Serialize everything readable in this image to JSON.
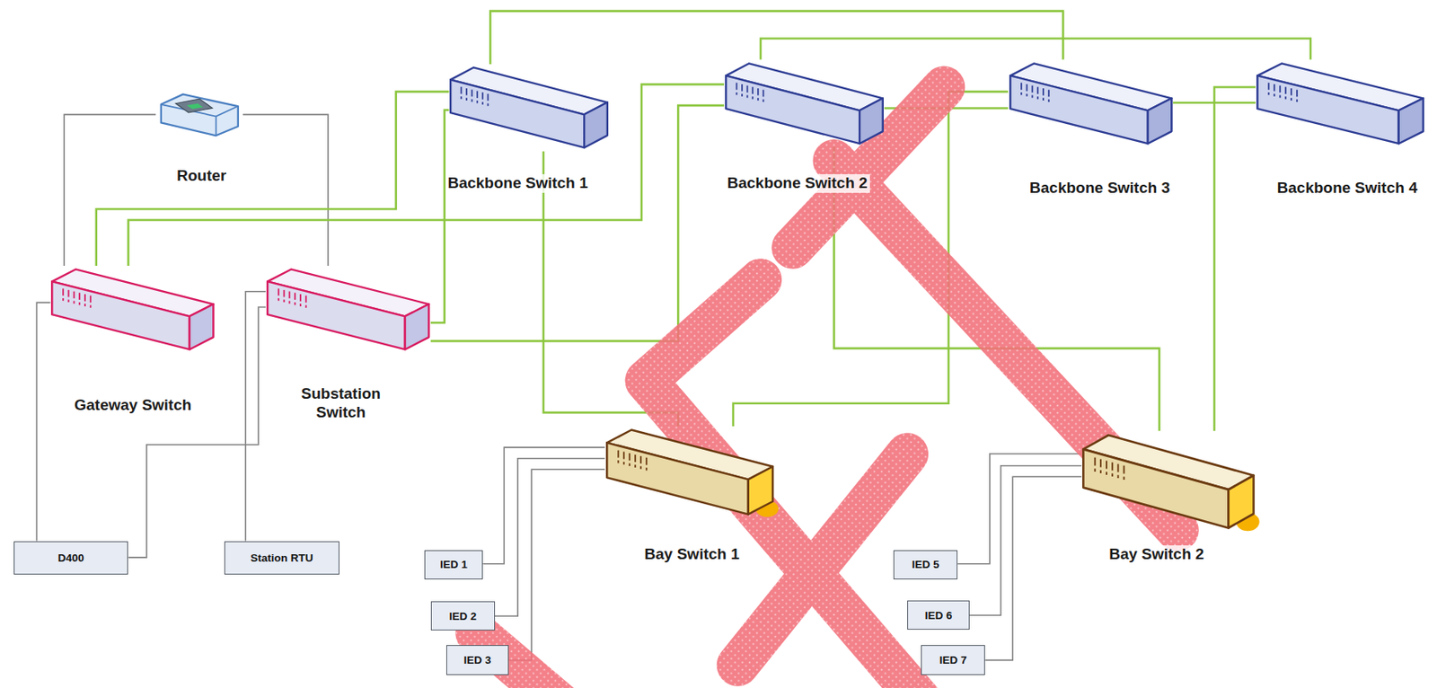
{
  "diagram": {
    "nodes": [
      {
        "text": [
          "Router"
        ]
      },
      {
        "text": [
          "Backbone Switch 1"
        ]
      },
      {
        "text": [
          "Backbone Switch 2"
        ]
      },
      {
        "text": [
          "Backbone Switch 3"
        ]
      },
      {
        "text": [
          "Backbone Switch 4"
        ]
      },
      {
        "text": [
          "Gateway Switch"
        ]
      },
      {
        "text": [
          "Substation Switch"
        ]
      },
      {
        "text": [
          "Bay Switch 1"
        ]
      },
      {
        "text": [
          "Bay Switch 2"
        ]
      },
      {
        "text": [
          "D400"
        ]
      },
      {
        "text": [
          "Station RTU"
        ]
      },
      {
        "text": [
          "IED 1"
        ]
      },
      {
        "text": [
          "IED 2"
        ]
      },
      {
        "text": [
          "IED 3"
        ]
      },
      {
        "text": [
          "IED 5"
        ]
      },
      {
        "text": [
          "IED 6"
        ]
      },
      {
        "text": [
          "IED 7"
        ]
      }
    ],
    "edges": [
      {
        "from": 0,
        "to": 5,
        "arrow": "none"
      },
      {
        "from": 0,
        "to": 6,
        "arrow": "none"
      },
      {
        "from": 5,
        "to": 1,
        "arrow": "none"
      },
      {
        "from": 5,
        "to": 2,
        "arrow": "none"
      },
      {
        "from": 6,
        "to": 1,
        "arrow": "none"
      },
      {
        "from": 6,
        "to": 2,
        "arrow": "none"
      },
      {
        "from": 1,
        "to": 3,
        "arrow": "none"
      },
      {
        "from": 2,
        "to": 4,
        "arrow": "none"
      },
      {
        "from": 2,
        "to": 3,
        "arrow": "none"
      },
      {
        "from": 3,
        "to": 4,
        "arrow": "none"
      },
      {
        "from": 1,
        "to": 7,
        "arrow": "none"
      },
      {
        "from": 3,
        "to": 7,
        "arrow": "none"
      },
      {
        "from": 2,
        "to": 8,
        "arrow": "none"
      },
      {
        "from": 4,
        "to": 8,
        "arrow": "none"
      },
      {
        "from": 5,
        "to": 9,
        "arrow": "none"
      },
      {
        "from": 6,
        "to": 9,
        "arrow": "none"
      },
      {
        "from": 6,
        "to": 10,
        "arrow": "none"
      },
      {
        "from": 7,
        "to": 11,
        "arrow": "none"
      },
      {
        "from": 7,
        "to": 12,
        "arrow": "none"
      },
      {
        "from": 7,
        "to": 13,
        "arrow": "none"
      },
      {
        "from": 8,
        "to": 14,
        "arrow": "none"
      },
      {
        "from": 8,
        "to": 15,
        "arrow": "none"
      },
      {
        "from": 8,
        "to": 16,
        "arrow": "none"
      }
    ]
  }
}
